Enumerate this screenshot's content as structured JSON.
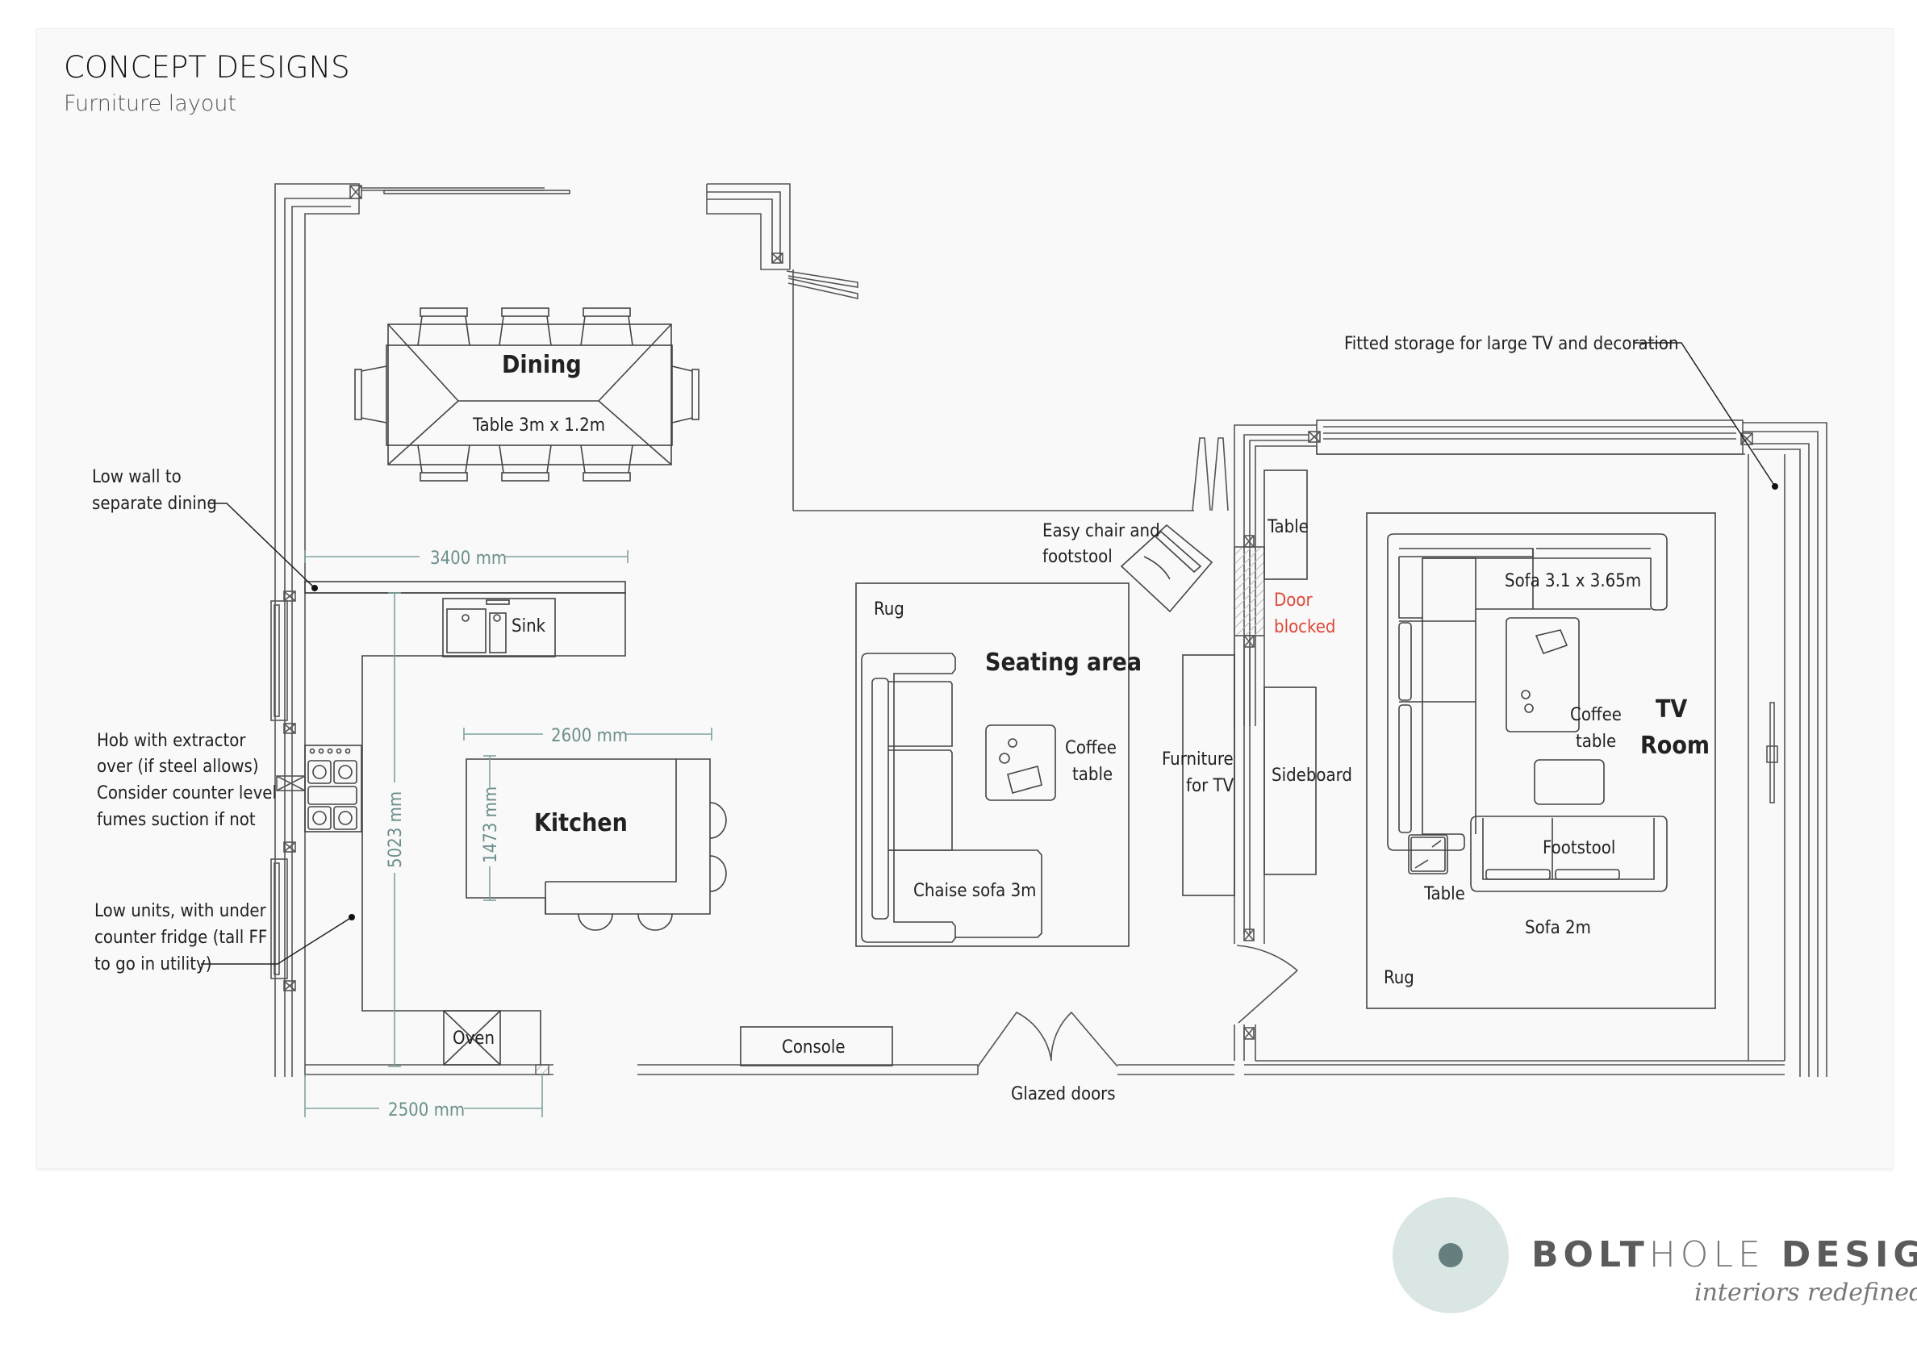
{
  "header": {
    "title": "CONCEPT DESIGNS",
    "subtitle": "Furniture layout"
  },
  "rooms": {
    "dining": {
      "name": "Dining",
      "table": "Table 3m x 1.2m"
    },
    "kitchen": {
      "name": "Kitchen",
      "sink": "Sink",
      "oven": "Oven"
    },
    "seating": {
      "name": "Seating area",
      "rug": "Rug",
      "coffee_table": [
        "Coffee",
        "table"
      ],
      "chaise": "Chaise sofa 3m",
      "easy_chair": [
        "Easy chair and",
        "footstool"
      ],
      "furniture_tv": [
        "Furniture",
        "for TV"
      ],
      "console": "Console"
    },
    "tv_room": {
      "name": [
        "TV",
        "Room"
      ],
      "sofa_large": "Sofa 3.1 x 3.65m",
      "coffee_table": [
        "Coffee",
        "table"
      ],
      "footstool": "Footstool",
      "table": "Table",
      "sofa_small": "Sofa 2m",
      "rug": "Rug",
      "side_table": "Table",
      "sideboard": "Sideboard"
    }
  },
  "dimensions": {
    "width_top": "3400 mm",
    "island_width": "2600 mm",
    "island_depth": "1473 mm",
    "run_length": "5023 mm",
    "bottom_width": "2500 mm"
  },
  "annotations": {
    "low_wall": [
      "Low wall to",
      "separate dining"
    ],
    "hob": [
      "Hob with extractor",
      "over (if steel allows)",
      "Consider counter level",
      "fumes suction if not"
    ],
    "low_units": [
      "Low units, with under",
      "counter fridge (tall FF",
      "to go in utility)"
    ],
    "fitted_storage": "Fitted storage for large TV and decoration",
    "door_blocked": [
      "Door",
      "blocked"
    ],
    "glazed_doors": "Glazed doors"
  },
  "colors": {
    "dimension": "#6b8f8c",
    "warning": "#e0473a",
    "logo_circle": "#d9e6e4",
    "logo_dot": "#647f7e"
  },
  "logo": {
    "part1": "BOLT",
    "part2": "HOLE",
    "part3": "DESIGN",
    "tagline": "interiors redefined"
  }
}
